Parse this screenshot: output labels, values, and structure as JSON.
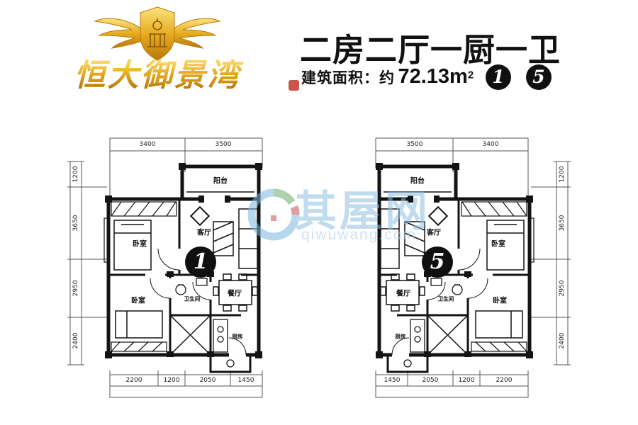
{
  "brand": {
    "name": "恒大御景湾",
    "gold_color": "#d99a1f",
    "seal_color": "#c0392b"
  },
  "header": {
    "title": "二房二厅一厨一卫",
    "area_prefix": "建筑面积：约",
    "area_value": "72.13m",
    "area_exponent": "2",
    "unit_badges": [
      "1",
      "5"
    ]
  },
  "watermark": {
    "site_name": "其屋网",
    "site_url": "qiwuwang.com",
    "color": "#8fc0e2"
  },
  "rooms": {
    "balcony": "阳台",
    "bedroom": "卧室",
    "living": "客厅",
    "dining": "餐厅",
    "kitchen": "厨房",
    "bathroom": "卫生间"
  },
  "plans": [
    {
      "number": "1",
      "dims_top": [
        "3400",
        "3500"
      ],
      "dims_side": [
        "1200",
        "3650",
        "2950",
        "2400"
      ],
      "dims_bottom": [
        "2200",
        "1200",
        "2050",
        "1450"
      ]
    },
    {
      "number": "5",
      "dims_top": [
        "3500",
        "3400"
      ],
      "dims_side": [
        "1200",
        "3650",
        "2950",
        "2400"
      ],
      "dims_bottom": [
        "1450",
        "2050",
        "1200",
        "2200"
      ]
    }
  ]
}
